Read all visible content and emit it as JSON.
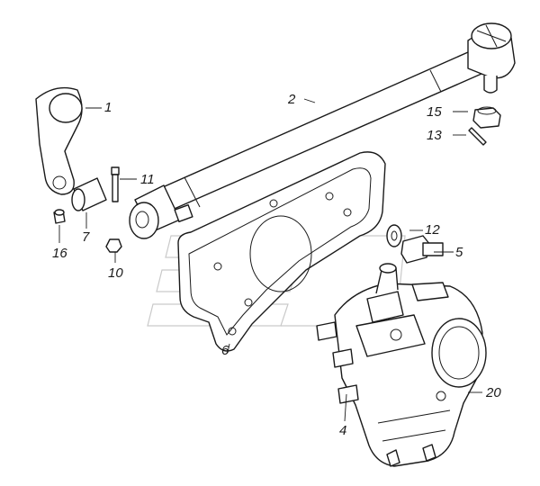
{
  "callouts": {
    "c1": "1",
    "c2": "2",
    "c4": "4",
    "c5": "5",
    "c6": "6",
    "c7": "7",
    "c10": "10",
    "c11": "11",
    "c12": "12",
    "c13": "13",
    "c15": "15",
    "c16": "16",
    "c20": "20"
  }
}
